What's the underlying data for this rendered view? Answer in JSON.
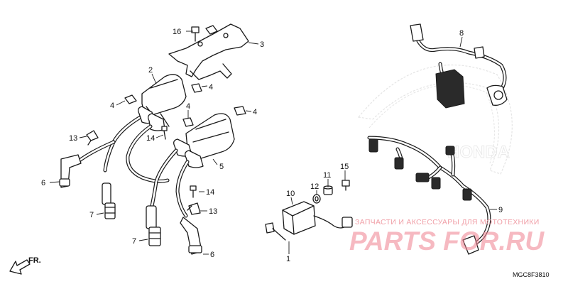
{
  "diagram": {
    "code": "MGC8F3810",
    "direction_label": "FR.",
    "callouts": {
      "c1": "1",
      "c2": "2",
      "c3": "3",
      "c4a": "4",
      "c4b": "4",
      "c4c": "4",
      "c4d": "4",
      "c5": "5",
      "c6a": "6",
      "c6b": "6",
      "c7a": "7",
      "c7b": "7",
      "c8": "8",
      "c9": "9",
      "c10": "10",
      "c11": "11",
      "c12": "12",
      "c13a": "13",
      "c13b": "13",
      "c14a": "14",
      "c14b": "14",
      "c15": "15",
      "c16": "16"
    }
  },
  "watermark": {
    "caption": "ЗАПЧАСТИ И АКСЕССУАРЫ ДЛЯ МОТОТЕХНИКИ",
    "logo": "PARTS FOR.RU"
  }
}
